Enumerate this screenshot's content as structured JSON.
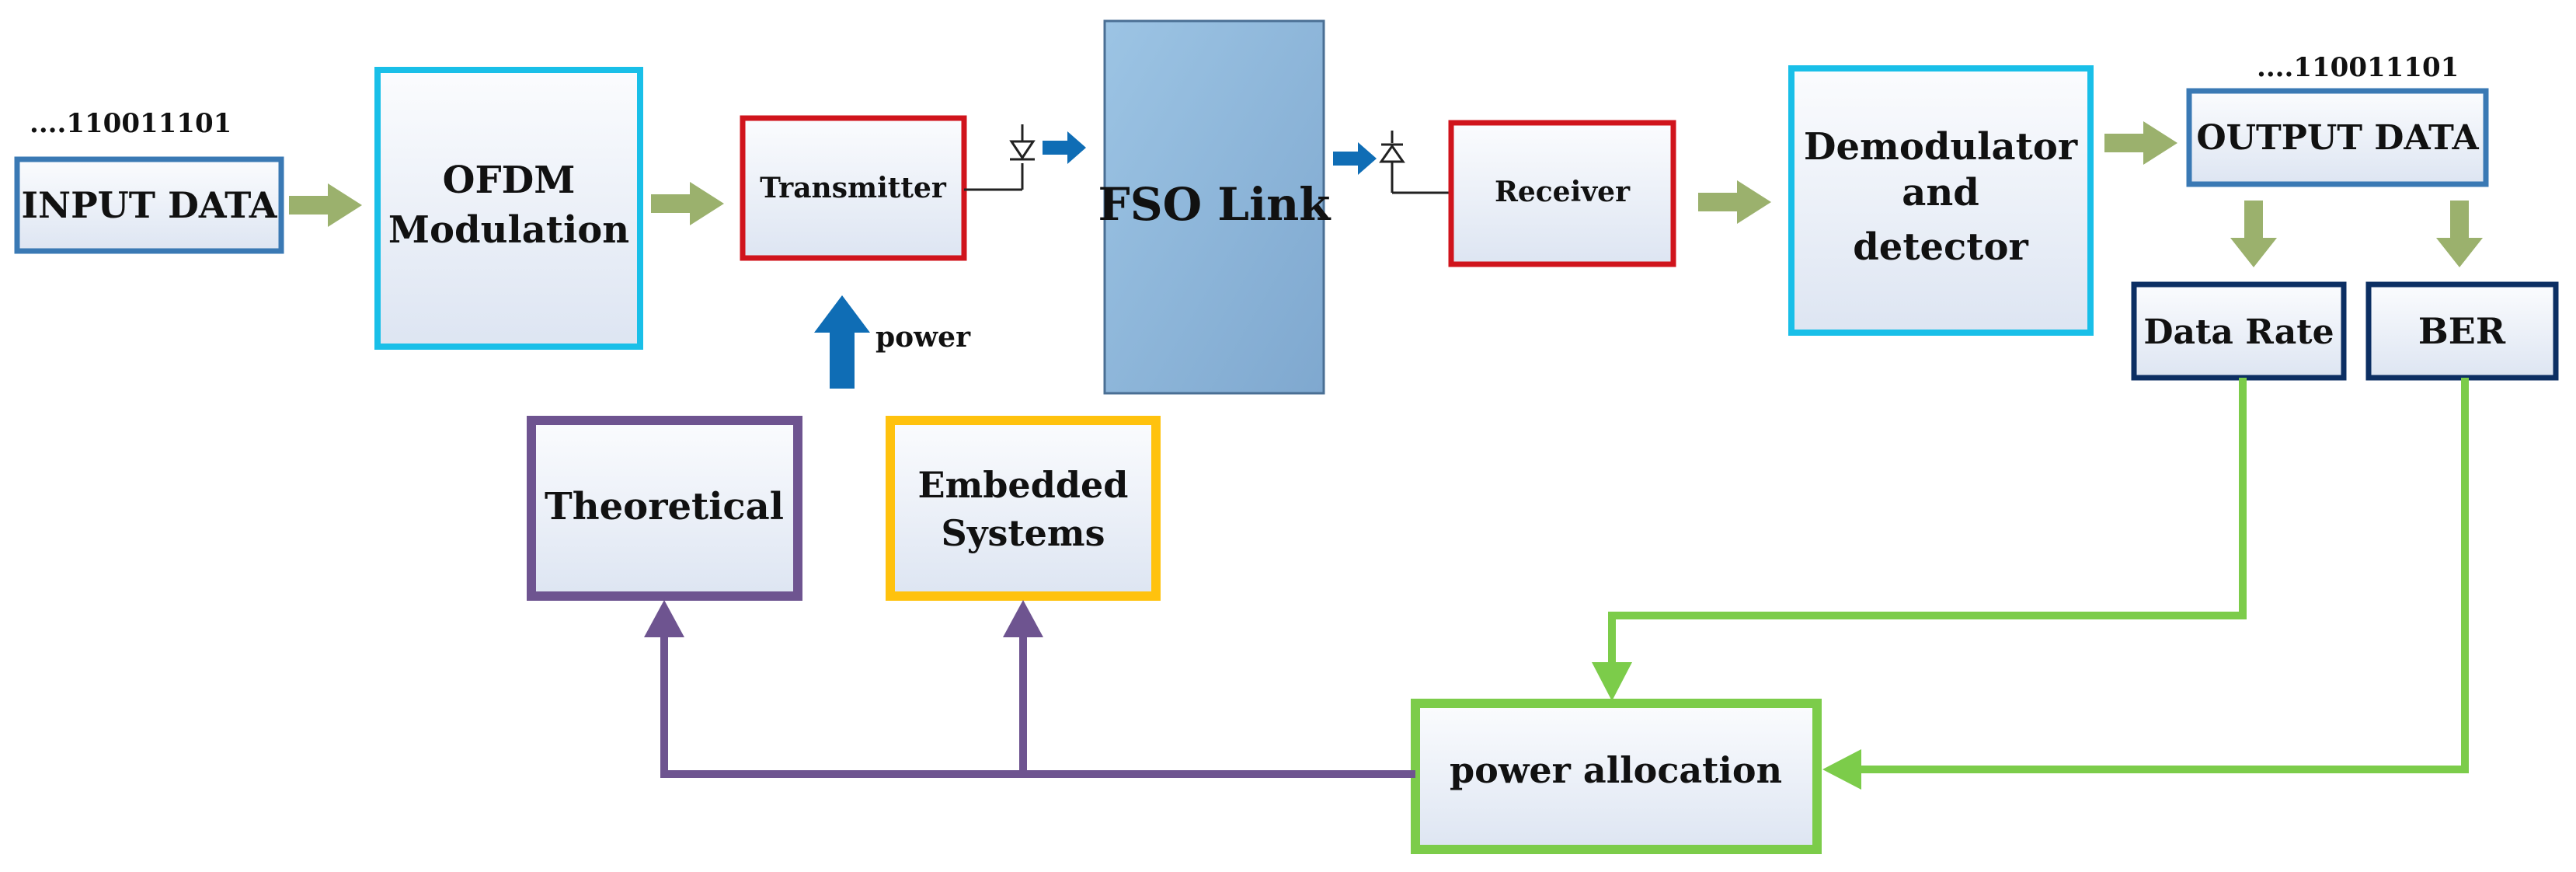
{
  "input": {
    "bits": "....110011101",
    "label": "INPUT DATA"
  },
  "ofdm": {
    "line1": "OFDM",
    "line2": "Modulation"
  },
  "transmitter": {
    "label": "Transmitter",
    "power_label": "power"
  },
  "fso": {
    "label": "FSO Link"
  },
  "receiver": {
    "label": "Receiver"
  },
  "demodulator": {
    "line1": "Demodulator",
    "line2": "and",
    "line3": "detector"
  },
  "output": {
    "bits": "....110011101",
    "label": "OUTPUT DATA"
  },
  "data_rate": {
    "label": "Data Rate"
  },
  "ber": {
    "label": "BER"
  },
  "theoretical": {
    "label": "Theoretical"
  },
  "embedded": {
    "line1": "Embedded",
    "line2": "Systems"
  },
  "power_allocation": {
    "label": "power allocation"
  },
  "colors": {
    "flow_arrow": "#9bb16d",
    "feedback_green": "#7ccc4a",
    "feedback_purple": "#6e5490",
    "blue_arrow": "#0f6db5",
    "cyan_border": "#19bfe8",
    "red_border": "#d0141c",
    "navy_border": "#0c2f63",
    "blue_border": "#3a79b4",
    "purple_border": "#6e5490",
    "yellow_border": "#ffc20e",
    "green_border": "#7ccc4a",
    "fso_fill": "#8fb8dc",
    "box_fill": "#e9eef7"
  }
}
